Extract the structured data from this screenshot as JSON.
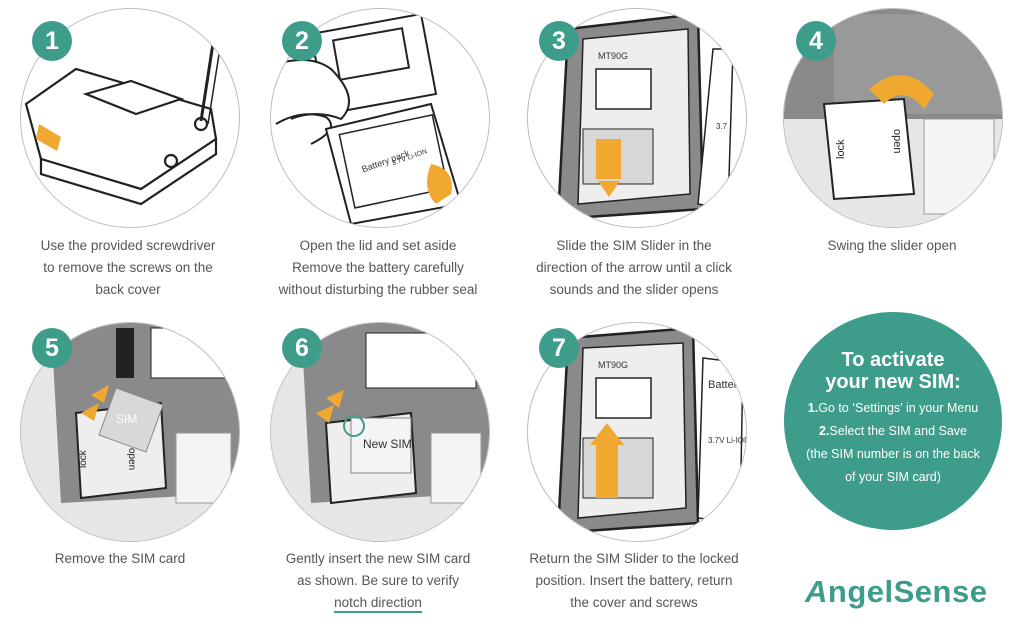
{
  "steps": [
    {
      "number": "1",
      "lines": [
        "Use the provided screwdriver",
        "to  remove the screws on the",
        "back cover"
      ]
    },
    {
      "number": "2",
      "lines": [
        "Open the lid and set aside",
        "Remove the battery carefully",
        "without disturbing the rubber seal"
      ]
    },
    {
      "number": "3",
      "lines": [
        "Slide the SIM Slider in the",
        "direction of the arrow until a click",
        "sounds and the slider opens"
      ]
    },
    {
      "number": "4",
      "lines": [
        "Swing the slider open"
      ]
    },
    {
      "number": "5",
      "lines": [
        "Remove the SIM card"
      ]
    },
    {
      "number": "6",
      "lines": [
        "Gently insert the new SIM card",
        "as shown. Be sure to verify",
        "notch direction"
      ]
    },
    {
      "number": "7",
      "lines": [
        "Return the SIM Slider to the locked",
        "position. Insert the battery, return",
        "the cover and screws"
      ]
    }
  ],
  "illustration_text": {
    "battery_pack": "Battery pack",
    "battery_spec": "3.7V Li-ION",
    "model": "MT90G",
    "side_label": "3.7",
    "lock": "lock",
    "open": "open",
    "sim": "SIM",
    "new_sim": "New SIM",
    "battery_short": "Batter"
  },
  "activate": {
    "title_line1": "To activate",
    "title_line2": "your new SIM:",
    "item1_num": "1.",
    "item1_text": "Go to ‘Settings’ in your Menu",
    "item2_num": "2.",
    "item2_text": "Select the SIM and Save",
    "note_line1": "(the SIM number is on the back",
    "note_line2": "of your SIM card)"
  },
  "brand": {
    "part1": "A",
    "part2": "ngelSense"
  },
  "colors": {
    "teal": "#3e9c8b",
    "orange": "#f0a830",
    "gray": "#555555"
  }
}
